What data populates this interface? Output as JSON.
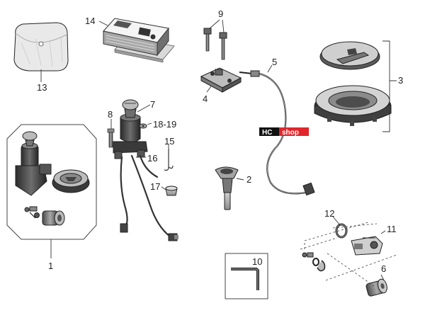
{
  "watermark": {
    "left": "HC",
    "right": "shop",
    "color_left": "#111111",
    "color_right": "#e0262a"
  },
  "callouts": {
    "c1": "1",
    "c2": "2",
    "c3": "3",
    "c4": "4",
    "c5": "5",
    "c6": "6",
    "c7": "7",
    "c8": "8",
    "c9": "9",
    "c10": "10",
    "c11": "11",
    "c12": "12",
    "c13": "13",
    "c14": "14",
    "c15": "15",
    "c16": "16",
    "c17": "17",
    "c18_19": "18-19"
  }
}
